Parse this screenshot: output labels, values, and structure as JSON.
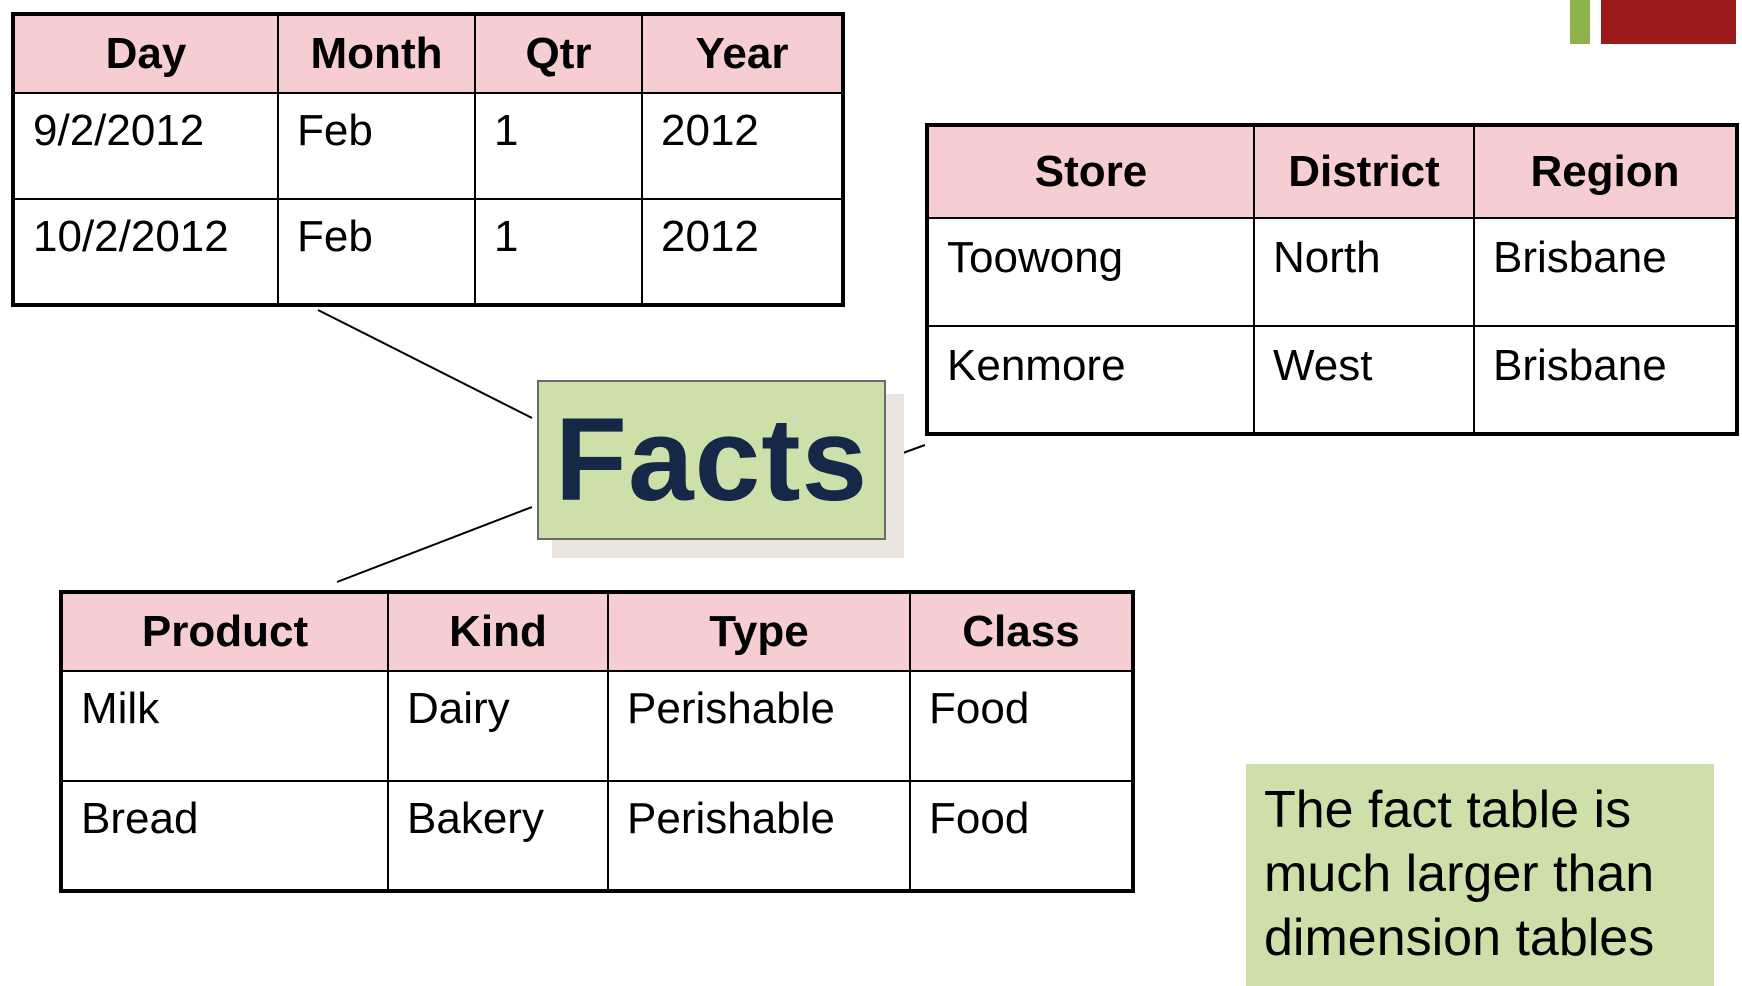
{
  "date_table": {
    "headers": [
      "Day",
      "Month",
      "Qtr",
      "Year"
    ],
    "rows": [
      [
        "9/2/2012",
        "Feb",
        "1",
        "2012"
      ],
      [
        "10/2/2012",
        "Feb",
        "1",
        "2012"
      ]
    ]
  },
  "store_table": {
    "headers": [
      "Store",
      "District",
      "Region"
    ],
    "rows": [
      [
        "Toowong",
        "North",
        "Brisbane"
      ],
      [
        "Kenmore",
        "West",
        "Brisbane"
      ]
    ]
  },
  "product_table": {
    "headers": [
      "Product",
      "Kind",
      "Type",
      "Class"
    ],
    "rows": [
      [
        "Milk",
        "Dairy",
        "Perishable",
        "Food"
      ],
      [
        "Bread",
        "Bakery",
        "Perishable",
        "Food"
      ]
    ]
  },
  "facts_label": "Facts",
  "note": "The fact table is much larger than dimension tables",
  "colors": {
    "header_fill": "#f6cdd0",
    "facts_fill": "#cde0a9",
    "facts_text": "#152848",
    "note_fill": "#cde0a9",
    "accent_green": "#8db24c",
    "accent_red": "#9b1b1b"
  }
}
